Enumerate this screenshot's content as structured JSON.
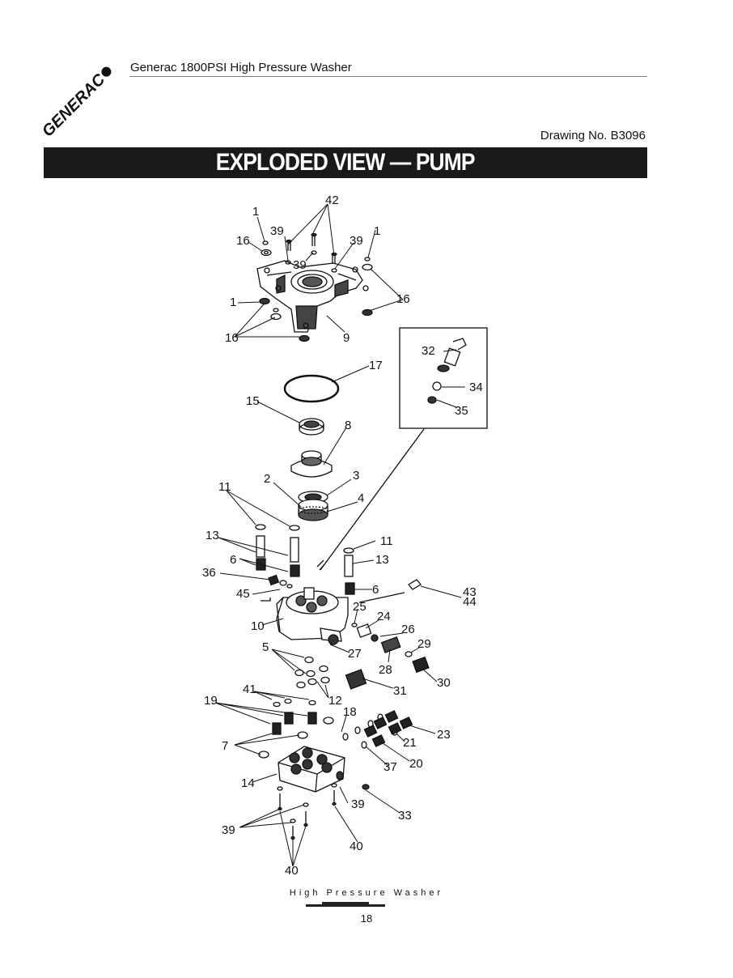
{
  "header": {
    "title": "Generac 1800PSI  High Pressure Washer",
    "logo_text": "GENERAC",
    "drawing_number": "Drawing No. B3096"
  },
  "banner": {
    "title": "EXPLODED VIEW — PUMP"
  },
  "footer": {
    "caption": "High Pressure Washer",
    "page_number": "18"
  },
  "callouts": [
    {
      "id": "c42",
      "text": "42"
    },
    {
      "id": "c1a",
      "text": "1"
    },
    {
      "id": "c39a",
      "text": "39"
    },
    {
      "id": "c16a",
      "text": "16"
    },
    {
      "id": "c39b",
      "text": "39"
    },
    {
      "id": "c39c",
      "text": "39"
    },
    {
      "id": "c1b",
      "text": "1"
    },
    {
      "id": "c16b",
      "text": "16"
    },
    {
      "id": "c1c",
      "text": "1"
    },
    {
      "id": "c16c",
      "text": "16"
    },
    {
      "id": "c9",
      "text": "9"
    },
    {
      "id": "c17",
      "text": "17"
    },
    {
      "id": "c32",
      "text": "32"
    },
    {
      "id": "c34",
      "text": "34"
    },
    {
      "id": "c35",
      "text": "35"
    },
    {
      "id": "c15",
      "text": "15"
    },
    {
      "id": "c8",
      "text": "8"
    },
    {
      "id": "c2",
      "text": "2"
    },
    {
      "id": "c3",
      "text": "3"
    },
    {
      "id": "c11a",
      "text": "11"
    },
    {
      "id": "c4",
      "text": "4"
    },
    {
      "id": "c13a",
      "text": "13"
    },
    {
      "id": "c11b",
      "text": "11"
    },
    {
      "id": "c6a",
      "text": "6"
    },
    {
      "id": "c13b",
      "text": "13"
    },
    {
      "id": "c36",
      "text": "36"
    },
    {
      "id": "c6b",
      "text": "6"
    },
    {
      "id": "c43",
      "text": "43"
    },
    {
      "id": "c44",
      "text": "44"
    },
    {
      "id": "c45",
      "text": "45"
    },
    {
      "id": "c25",
      "text": "25"
    },
    {
      "id": "c24",
      "text": "24"
    },
    {
      "id": "c10",
      "text": "10"
    },
    {
      "id": "c26",
      "text": "26"
    },
    {
      "id": "c29",
      "text": "29"
    },
    {
      "id": "c5",
      "text": "5"
    },
    {
      "id": "c27",
      "text": "27"
    },
    {
      "id": "c28",
      "text": "28"
    },
    {
      "id": "c30",
      "text": "30"
    },
    {
      "id": "c31",
      "text": "31"
    },
    {
      "id": "c41",
      "text": "41"
    },
    {
      "id": "c12",
      "text": "12"
    },
    {
      "id": "c19",
      "text": "19"
    },
    {
      "id": "c18",
      "text": "18"
    },
    {
      "id": "c23",
      "text": "23"
    },
    {
      "id": "c21",
      "text": "21"
    },
    {
      "id": "c7",
      "text": "7"
    },
    {
      "id": "c20",
      "text": "20"
    },
    {
      "id": "c37",
      "text": "37"
    },
    {
      "id": "c14",
      "text": "14"
    },
    {
      "id": "c39d",
      "text": "39"
    },
    {
      "id": "c33",
      "text": "33"
    },
    {
      "id": "c39e",
      "text": "39"
    },
    {
      "id": "c40a",
      "text": "40"
    },
    {
      "id": "c40b",
      "text": "40"
    }
  ]
}
